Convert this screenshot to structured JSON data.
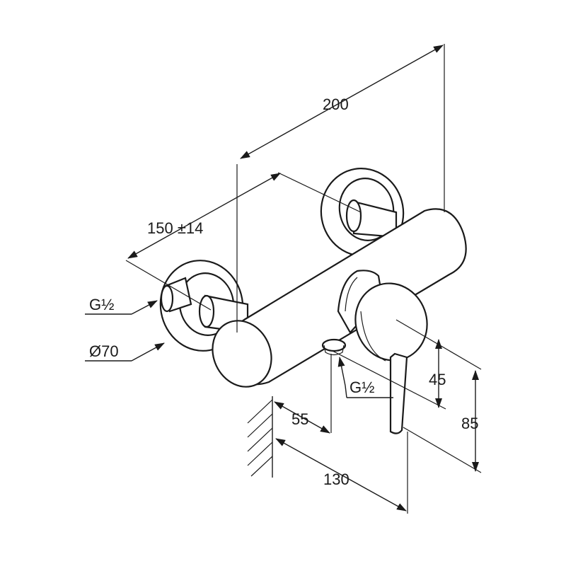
{
  "dimensions": {
    "overall_width": "200",
    "center_distance": "150 ±14",
    "inlet_thread": "G½",
    "rosette_diameter": "Ø70",
    "outlet_thread": "G½",
    "knob_offset": "45",
    "outlet_height": "85",
    "outlet_wall_distance": "55",
    "lever_wall_distance": "130"
  }
}
